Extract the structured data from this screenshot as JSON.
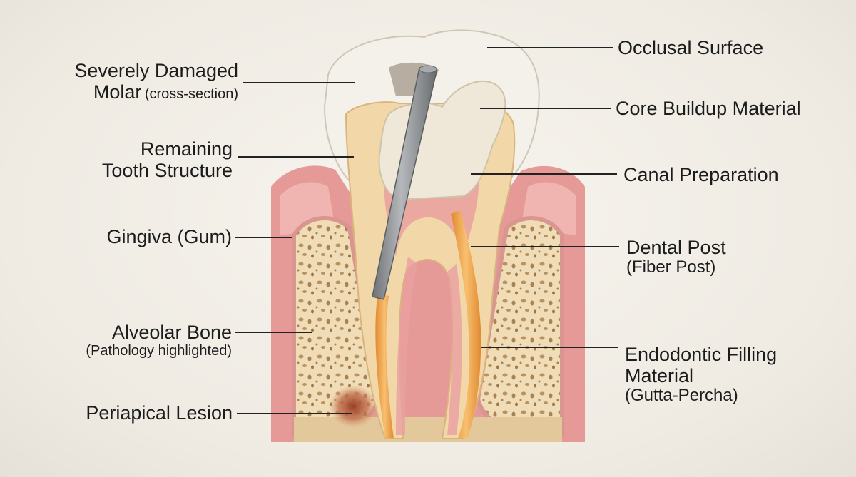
{
  "labels": {
    "severely_damaged_molar": {
      "line1": "Severely Damaged",
      "line2_main": "Molar",
      "line2_sub": "(cross-section)"
    },
    "remaining_tooth_structure": {
      "line1": "Remaining",
      "line2": "Tooth Structure"
    },
    "gingiva": {
      "text": "Gingiva (Gum)"
    },
    "alveolar_bone": {
      "line1": "Alveolar Bone",
      "line2": "(Pathology highlighted)"
    },
    "periapical_lesion": {
      "text": "Periapical Lesion"
    },
    "occlusal_surface": {
      "text": "Occlusal Surface"
    },
    "core_buildup": {
      "text": "Core Buildup Material"
    },
    "canal_preparation": {
      "text": "Canal Preparation"
    },
    "dental_post": {
      "line1": "Dental Post",
      "line2": "(Fiber Post)"
    },
    "endodontic_filling": {
      "line1": "Endodontic Filling",
      "line2": "Material",
      "line3": "(Gutta-Percha)"
    }
  },
  "colors": {
    "enamel": "#f4f1ea",
    "dentin": "#f2d7a9",
    "gingiva": "#e59a98",
    "bone": "#f0dcb6",
    "pulp": "#e9a0a0",
    "post": "#8e9193",
    "core": "#efe8d8",
    "gutta_percha": "#f0a24a",
    "lesion": "#b0593a",
    "leader": "#222222"
  }
}
